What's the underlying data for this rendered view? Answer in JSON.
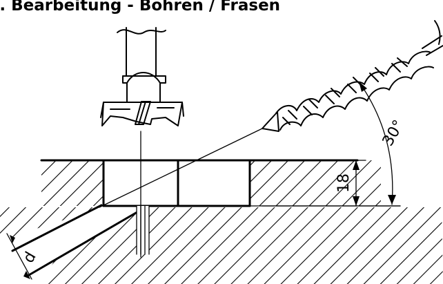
{
  "title": "z. Bearbeitung - Bohren / Fräsen",
  "dimensions": {
    "plate_thickness": "18",
    "drill_angle": "30°",
    "bore_diameter": "d"
  }
}
